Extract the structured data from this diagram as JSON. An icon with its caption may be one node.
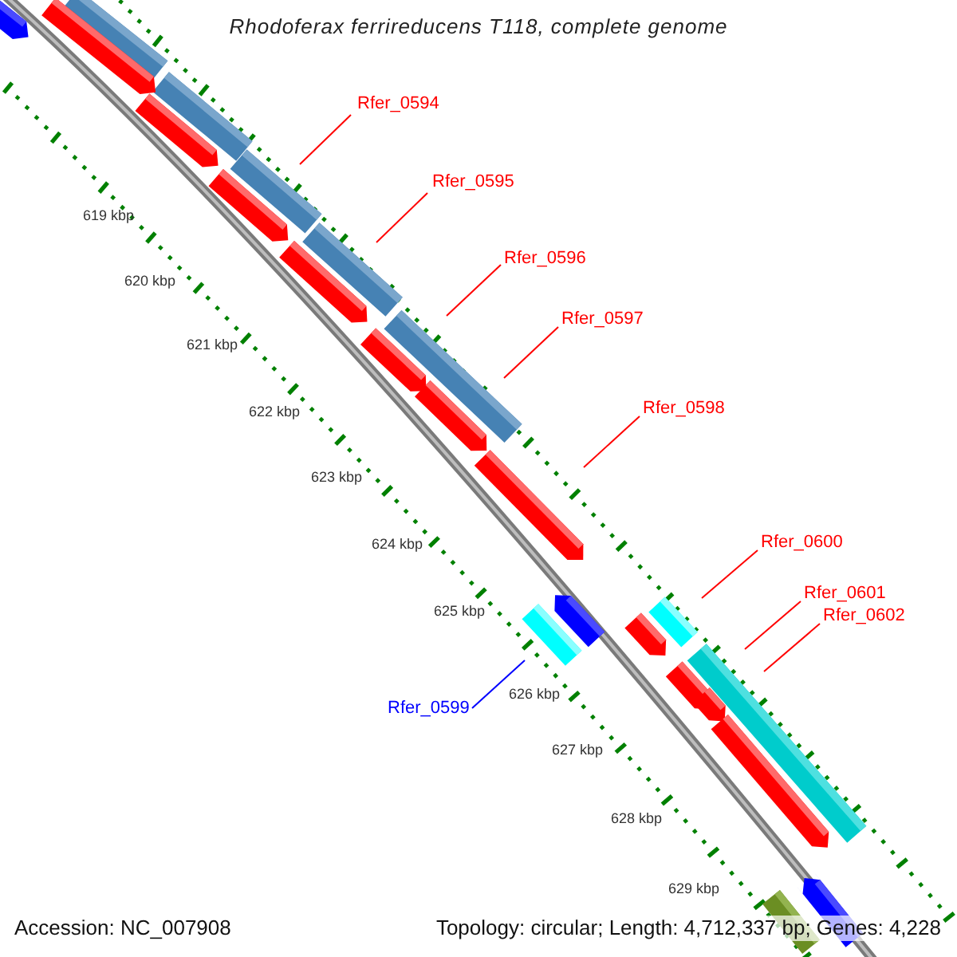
{
  "diagram": {
    "title": "Rhodoferax ferrireducens T118, complete genome",
    "nodes": [
      {
        "text": [
          "Rfer_0594"
        ]
      },
      {
        "text": [
          "Rfer_0595"
        ]
      },
      {
        "text": [
          "Rfer_0596"
        ]
      },
      {
        "text": [
          "Rfer_0597"
        ]
      },
      {
        "text": [
          "Rfer_0598"
        ]
      },
      {
        "text": [
          "Rfer_0599"
        ]
      },
      {
        "text": [
          "Rfer_0600"
        ]
      },
      {
        "text": [
          "Rfer_0601"
        ]
      },
      {
        "text": [
          "Rfer_0602"
        ]
      }
    ],
    "edges": [
      {
        "from": 0,
        "to": null,
        "arrow": "none"
      },
      {
        "from": 1,
        "to": null,
        "arrow": "none"
      },
      {
        "from": 2,
        "to": null,
        "arrow": "none"
      },
      {
        "from": 3,
        "to": null,
        "arrow": "none"
      },
      {
        "from": 4,
        "to": null,
        "arrow": "none"
      },
      {
        "from": 5,
        "to": null,
        "arrow": "none",
        "color": "#0000ff"
      },
      {
        "from": 6,
        "to": null,
        "arrow": "none"
      },
      {
        "from": 7,
        "to": null,
        "arrow": "none"
      },
      {
        "from": 8,
        "to": null,
        "arrow": "none"
      }
    ],
    "labels": [
      "619 kbp",
      "620 kbp",
      "621 kbp",
      "622 kbp",
      "623 kbp",
      "624 kbp",
      "625 kbp",
      "626 kbp",
      "627 kbp",
      "628 kbp",
      "629 kbp",
      "Accession: NC_007908",
      "Topology: circular; Length: 4,712,337 bp; Genes: 4,228"
    ]
  }
}
